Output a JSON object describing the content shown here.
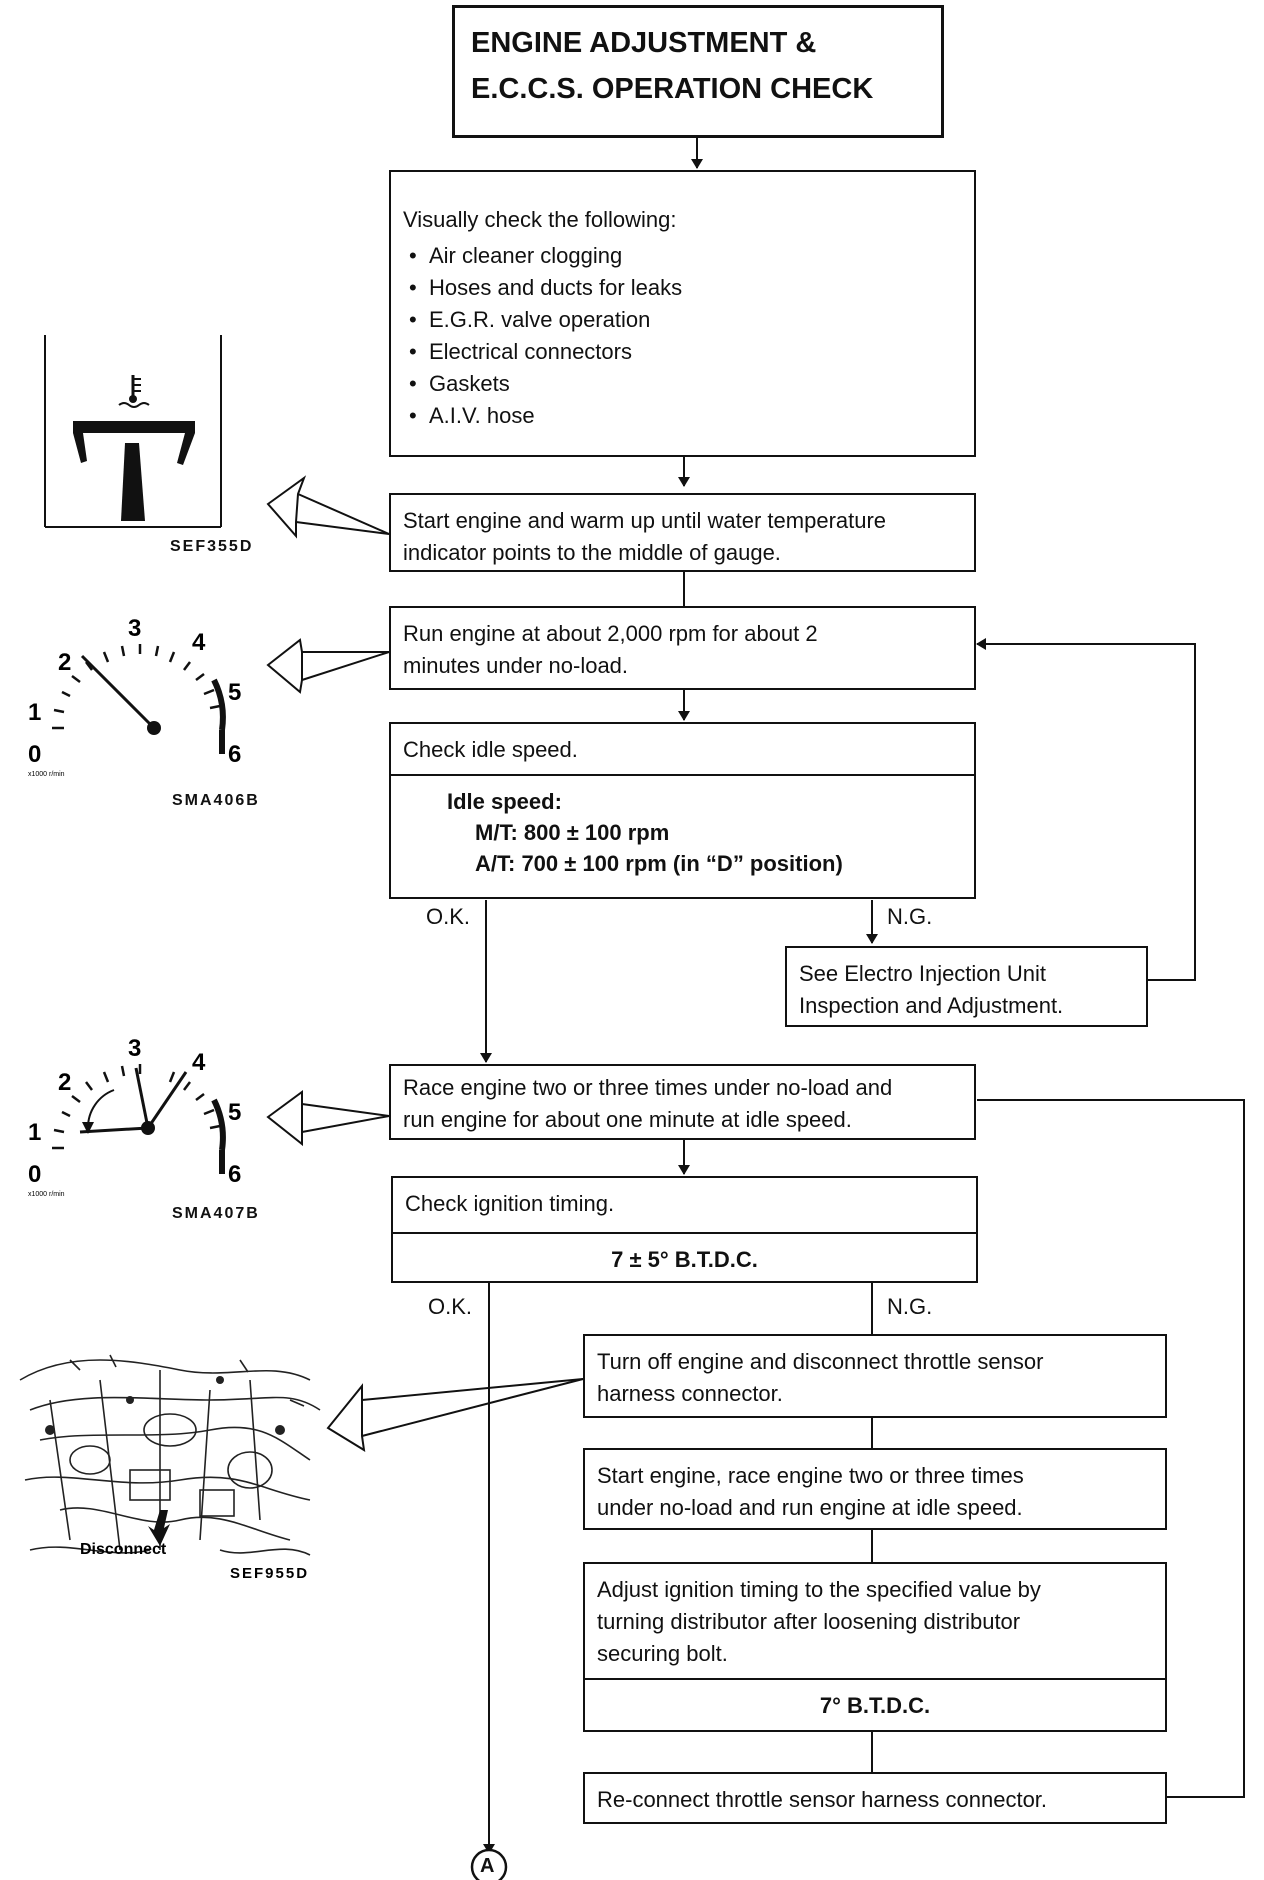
{
  "title": {
    "line1": "ENGINE ADJUSTMENT &",
    "line2": "E.C.C.S. OPERATION CHECK"
  },
  "visual_check": {
    "heading": "Visually check the following:",
    "items": [
      "Air cleaner clogging",
      "Hoses and ducts for leaks",
      "E.G.R. valve operation",
      "Electrical connectors",
      "Gaskets",
      "A.I.V. hose"
    ]
  },
  "warm_up": {
    "line1": "Start engine and warm up until water temperature",
    "line2": "indicator points to the middle of gauge."
  },
  "run_2000": {
    "line1": "Run engine at about 2,000 rpm for about 2",
    "line2": "minutes under no-load."
  },
  "idle_check": {
    "heading": "Check idle speed.",
    "spec_title": "Idle speed:",
    "mt": "M/T:  800 ± 100 rpm",
    "at": "A/T:  700 ± 100 rpm (in “D” position)"
  },
  "electro_injection": {
    "line1": "See Electro Injection Unit",
    "line2": "Inspection and Adjustment."
  },
  "race_engine": {
    "line1": "Race engine two or three times under no-load and",
    "line2": "run engine for about one minute at idle speed."
  },
  "ignition_check": {
    "heading": "Check ignition timing.",
    "spec": "7 ± 5° B.T.D.C."
  },
  "turn_off": {
    "line1": "Turn off engine and disconnect throttle sensor",
    "line2": "harness connector."
  },
  "restart": {
    "line1": "Start engine, race engine two or three times",
    "line2": "under no-load and run engine at idle speed."
  },
  "adjust_timing": {
    "line1": "Adjust ignition timing to the specified value by",
    "line2": "turning distributor after loosening distributor",
    "line3": "securing bolt.",
    "spec": "7° B.T.D.C."
  },
  "reconnect": {
    "text": "Re-connect throttle sensor harness connector."
  },
  "labels": {
    "ok1": "O.K.",
    "ng1": "N.G.",
    "ok2": "O.K.",
    "ng2": "N.G.",
    "connector_a": "A"
  },
  "figures": {
    "fig1_code": "SEF355D",
    "fig2_code": "SMA406B",
    "fig3_code": "SMA407B",
    "fig4_code": "SEF955D",
    "fig4_caption": "Disconnect",
    "tach_numbers": [
      "0",
      "1",
      "2",
      "3",
      "4",
      "5",
      "6"
    ],
    "tach_unit": "x1000 r/min"
  }
}
